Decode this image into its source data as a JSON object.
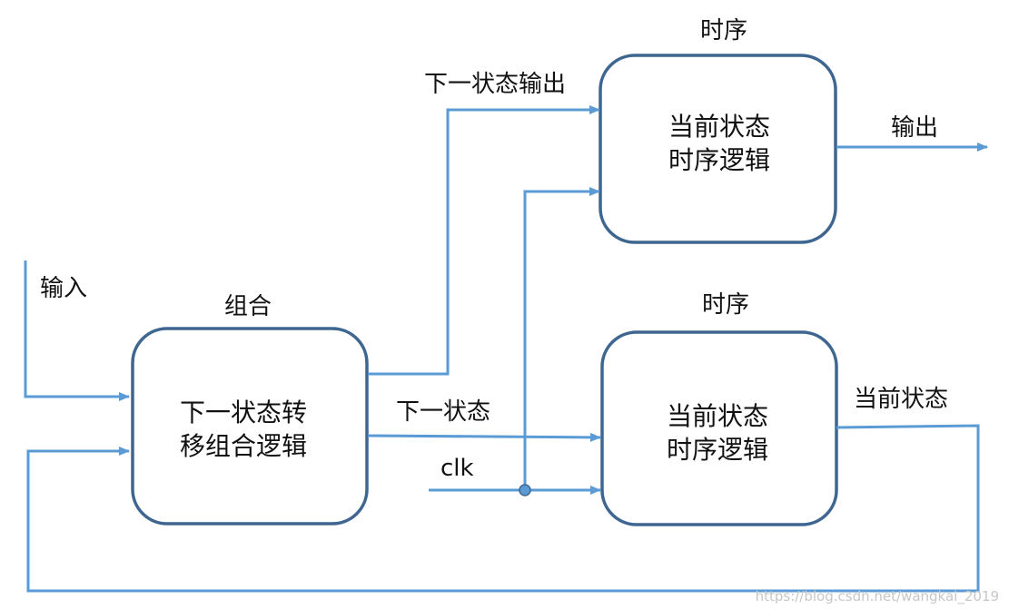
{
  "diagram": {
    "blocks": {
      "comb": {
        "title": "组合",
        "lines": [
          "下一状态转",
          "移组合逻辑"
        ]
      },
      "seq_top": {
        "title": "时序",
        "lines": [
          "当前状态",
          "时序逻辑"
        ]
      },
      "seq_bottom": {
        "title": "时序",
        "lines": [
          "当前状态",
          "时序逻辑"
        ]
      }
    },
    "signals": {
      "input": "输入",
      "next_state_output": "下一状态输出",
      "next_state": "下一状态",
      "clk": "clk",
      "output": "输出",
      "current_state": "当前状态"
    },
    "colors": {
      "block_border": "#3f6691",
      "wire": "#5b9bd5"
    }
  },
  "watermark": "https://blog.csdn.net/wangkai_2019"
}
